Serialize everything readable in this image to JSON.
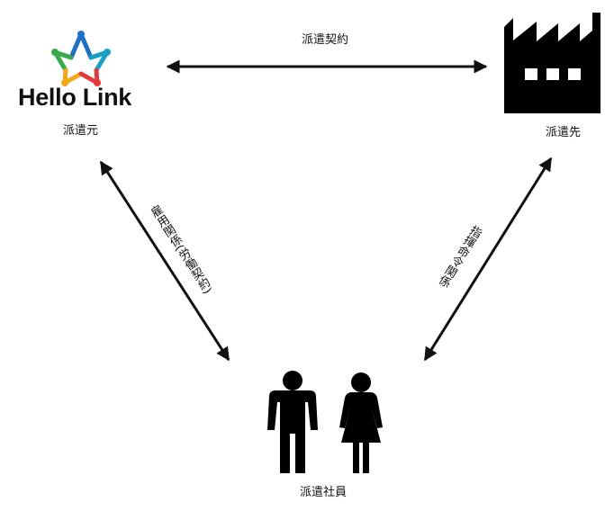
{
  "logo": {
    "text": "Hello Link",
    "colors": [
      "#1f6fc5",
      "#e23b3b",
      "#f2a71b",
      "#3aa84a",
      "#1a9fc9"
    ]
  },
  "nodes": {
    "dispatcher": {
      "label": "派遣元"
    },
    "client": {
      "label": "派遣先",
      "icon": "factory-icon"
    },
    "workers": {
      "label": "派遣社員",
      "icon": "people-icon"
    }
  },
  "relations": {
    "dispatch_contract": "派遣契約",
    "employment": "雇用関係(労働契約)",
    "command": "指揮命令関係"
  },
  "colors": {
    "ink": "#111111",
    "background": "#ffffff"
  }
}
